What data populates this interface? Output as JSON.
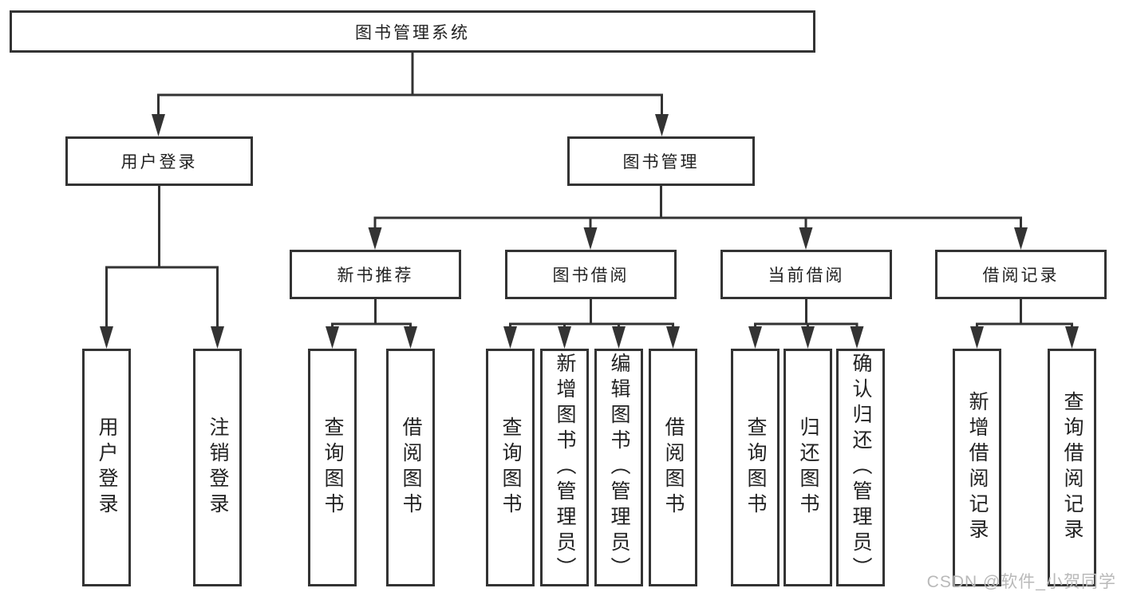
{
  "diagram": {
    "title": "图书管理系统",
    "root": {
      "label": "图书管理系统"
    },
    "level2": [
      {
        "id": "user-login",
        "label": "用户登录"
      },
      {
        "id": "book-management",
        "label": "图书管理"
      }
    ],
    "level3": [
      {
        "id": "new-book-recommend",
        "parent": "图书管理",
        "label": "新书推荐"
      },
      {
        "id": "book-borrow",
        "parent": "图书管理",
        "label": "图书借阅"
      },
      {
        "id": "current-borrow",
        "parent": "图书管理",
        "label": "当前借阅"
      },
      {
        "id": "borrow-records",
        "parent": "图书管理",
        "label": "借阅记录"
      }
    ],
    "leaves": [
      {
        "id": "user-login-leaf",
        "parent": "用户登录",
        "label": "用户登录"
      },
      {
        "id": "logout-leaf",
        "parent": "用户登录",
        "label": "注销登录"
      },
      {
        "id": "query-books-1",
        "parent": "新书推荐",
        "label": "查询图书"
      },
      {
        "id": "borrow-books-1",
        "parent": "新书推荐",
        "label": "借阅图书"
      },
      {
        "id": "query-books-2",
        "parent": "图书借阅",
        "label": "查询图书"
      },
      {
        "id": "add-books-admin",
        "parent": "图书借阅",
        "label": "新增图书（管理员）"
      },
      {
        "id": "edit-books-admin",
        "parent": "图书借阅",
        "label": "编辑图书（管理员）"
      },
      {
        "id": "borrow-books-2",
        "parent": "图书借阅",
        "label": "借阅图书"
      },
      {
        "id": "query-books-3",
        "parent": "当前借阅",
        "label": "查询图书"
      },
      {
        "id": "return-books",
        "parent": "当前借阅",
        "label": "归还图书"
      },
      {
        "id": "confirm-return-admin",
        "parent": "当前借阅",
        "label": "确认归还（管理员）"
      },
      {
        "id": "add-borrow-record",
        "parent": "借阅记录",
        "label": "新增借阅记录"
      },
      {
        "id": "query-borrow-record",
        "parent": "借阅记录",
        "label": "查询借阅记录"
      }
    ]
  },
  "watermark": {
    "text": "CSDN @软件_小贺同学"
  },
  "colors": {
    "line": "#333333",
    "box_border": "#333333",
    "text": "#222222",
    "box_background": "#ffffff",
    "page_background": "#ffffff",
    "watermark": "#b9b9b9"
  }
}
